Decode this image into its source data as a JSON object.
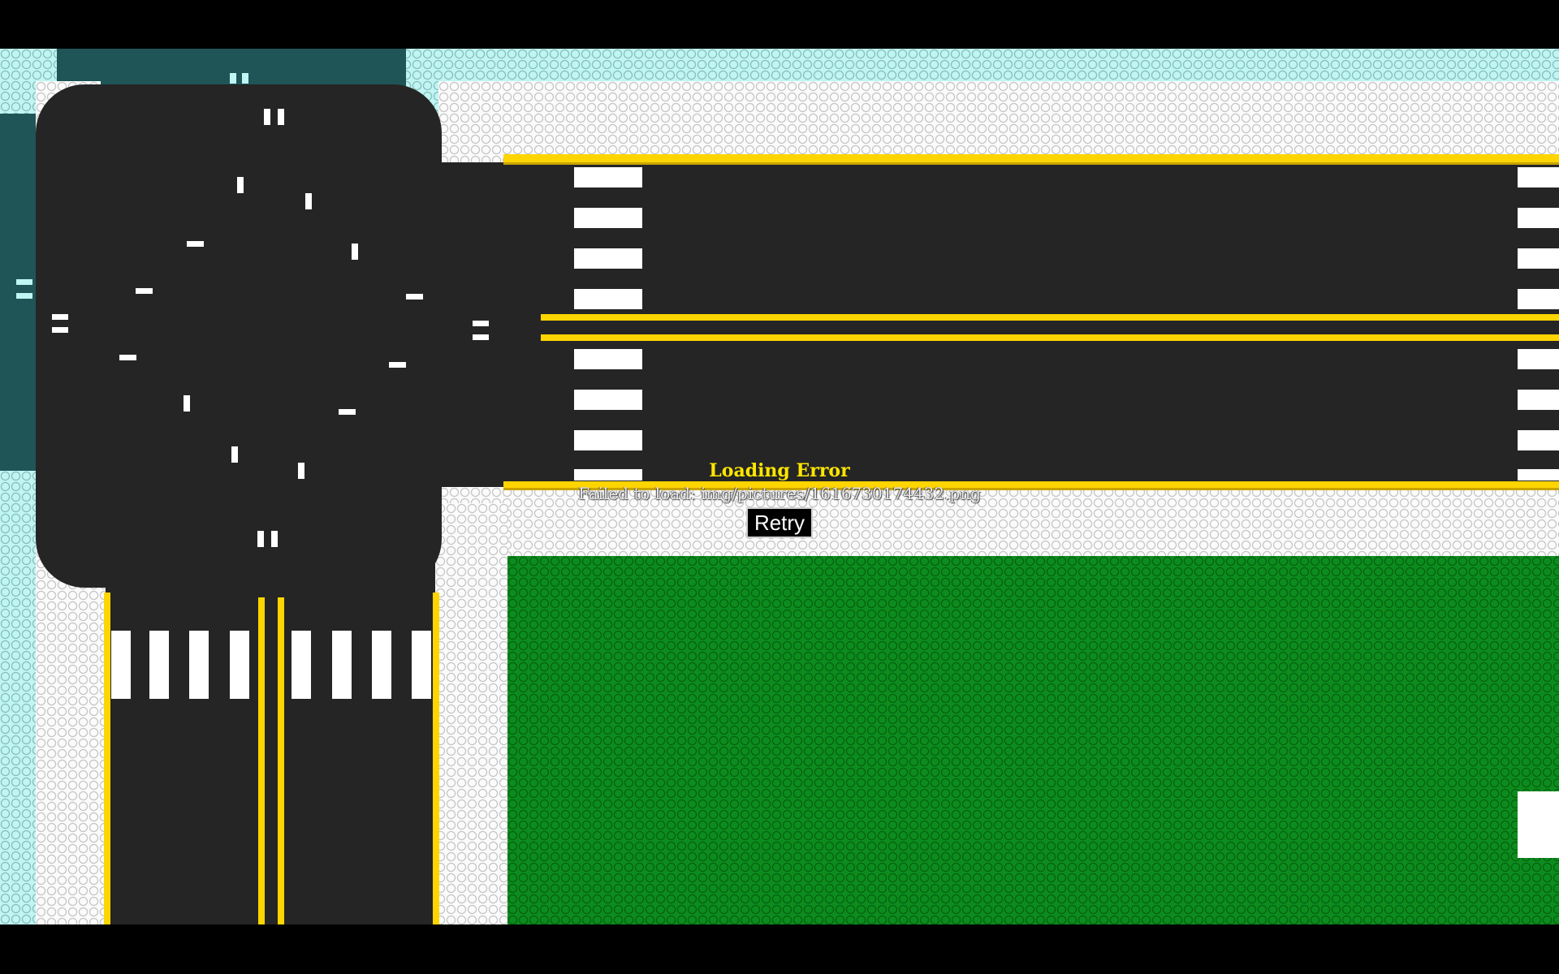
{
  "error": {
    "title": "Loading Error",
    "message": "Failed to load: img/pictures/1616730174432.png",
    "retry_label": "Retry"
  },
  "colors": {
    "road": "#252525",
    "road_line": "#ffd500",
    "sidewalk": "#fbfbfb",
    "grass": "#0c8c1e",
    "water": "#1f5557",
    "background_studs": "#bff5f3"
  }
}
